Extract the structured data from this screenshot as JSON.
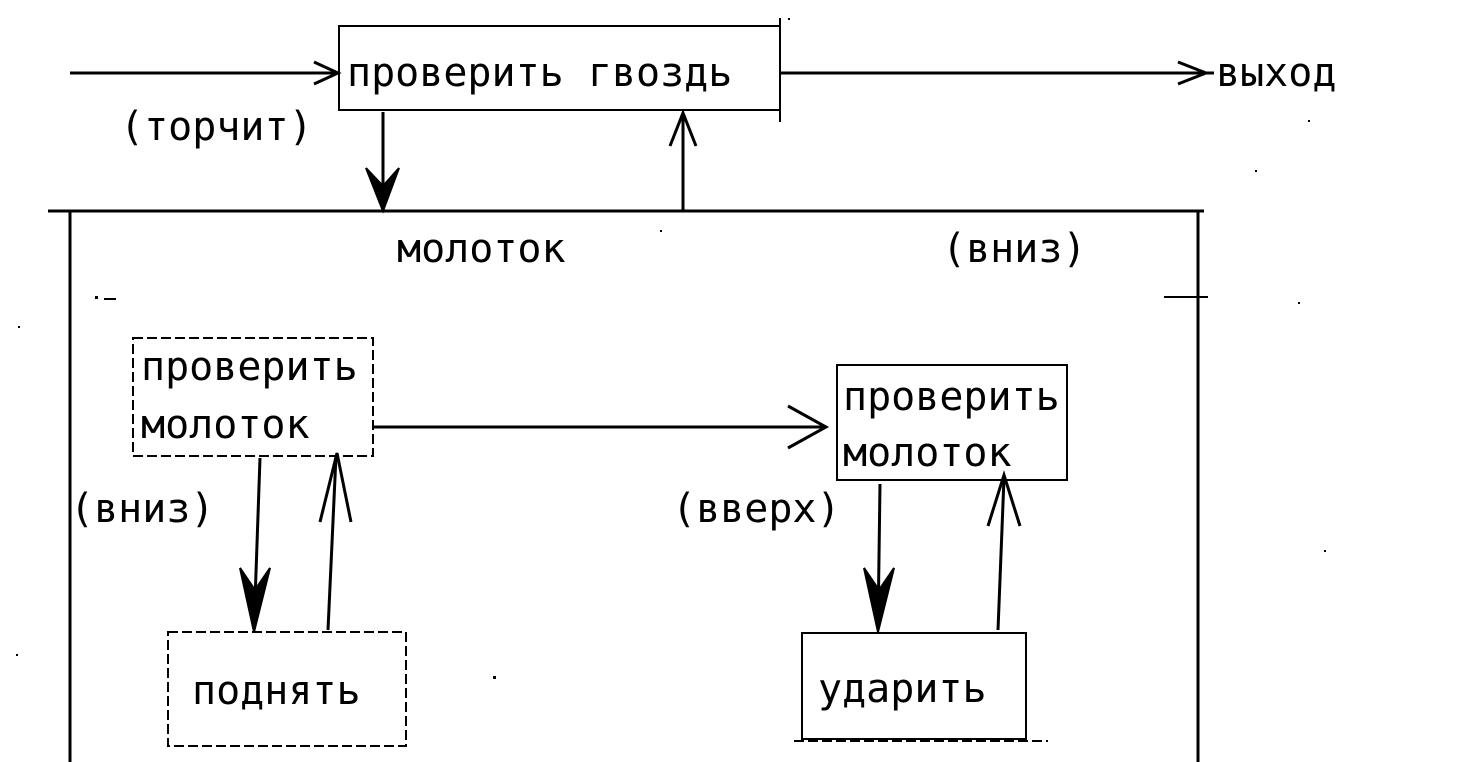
{
  "diagram": {
    "top": {
      "check_nail": "проверить гвоздь",
      "exit": "выход",
      "sticks_out": "(торчит)"
    },
    "hammer_block": {
      "title": "молоток",
      "down_top": "(вниз)"
    },
    "left": {
      "check_hammer_1": "проверить",
      "check_hammer_2": "молоток",
      "down": "(вниз)",
      "lift": "поднять"
    },
    "right": {
      "check_hammer_1": "проверить",
      "check_hammer_2": "молоток",
      "up": "(вверх)",
      "strike": "ударить"
    }
  }
}
